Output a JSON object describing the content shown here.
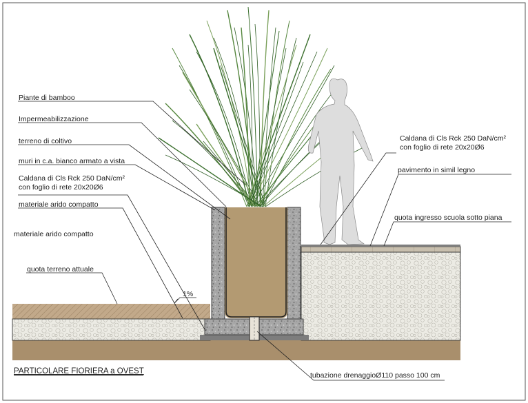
{
  "drawing": {
    "title": "PARTICOLARE FIORIERA a OVEST",
    "slope": "1%"
  },
  "labels": {
    "bamboo": "Piante di bamboo",
    "waterproofing": "Impermeabilizzazione",
    "topsoil": "terreno di coltivo",
    "walls": "muri in c.a. bianco armato a vista",
    "screed_left_1": "Caldana di Cls Rck 250 DaN/cm²",
    "screed_left_2": "con foglio di rete 20x20Ø6",
    "fill_1": "materiale arido compatto",
    "fill_2": "materiale arido compatto",
    "ground_level": "quota terreno attuale",
    "screed_right_1": "Caldana di Cls Rck 250 DaN/cm²",
    "screed_right_2": "con foglio di rete 20x20Ø6",
    "paving": "pavimento in simil legno",
    "school_level": "quota ingresso scuola sotto piana",
    "drain": "tubazione drenaggioØ110 passo 100 cm"
  },
  "colors": {
    "soil": "#b59a72",
    "ground": "#a88f6c",
    "gravel": "#eae8e0",
    "concrete": "#a4a4a4",
    "wood_deck": "#c3b9a8",
    "figure": "#dcdcdc",
    "plant_green": "#3b6f2e"
  }
}
